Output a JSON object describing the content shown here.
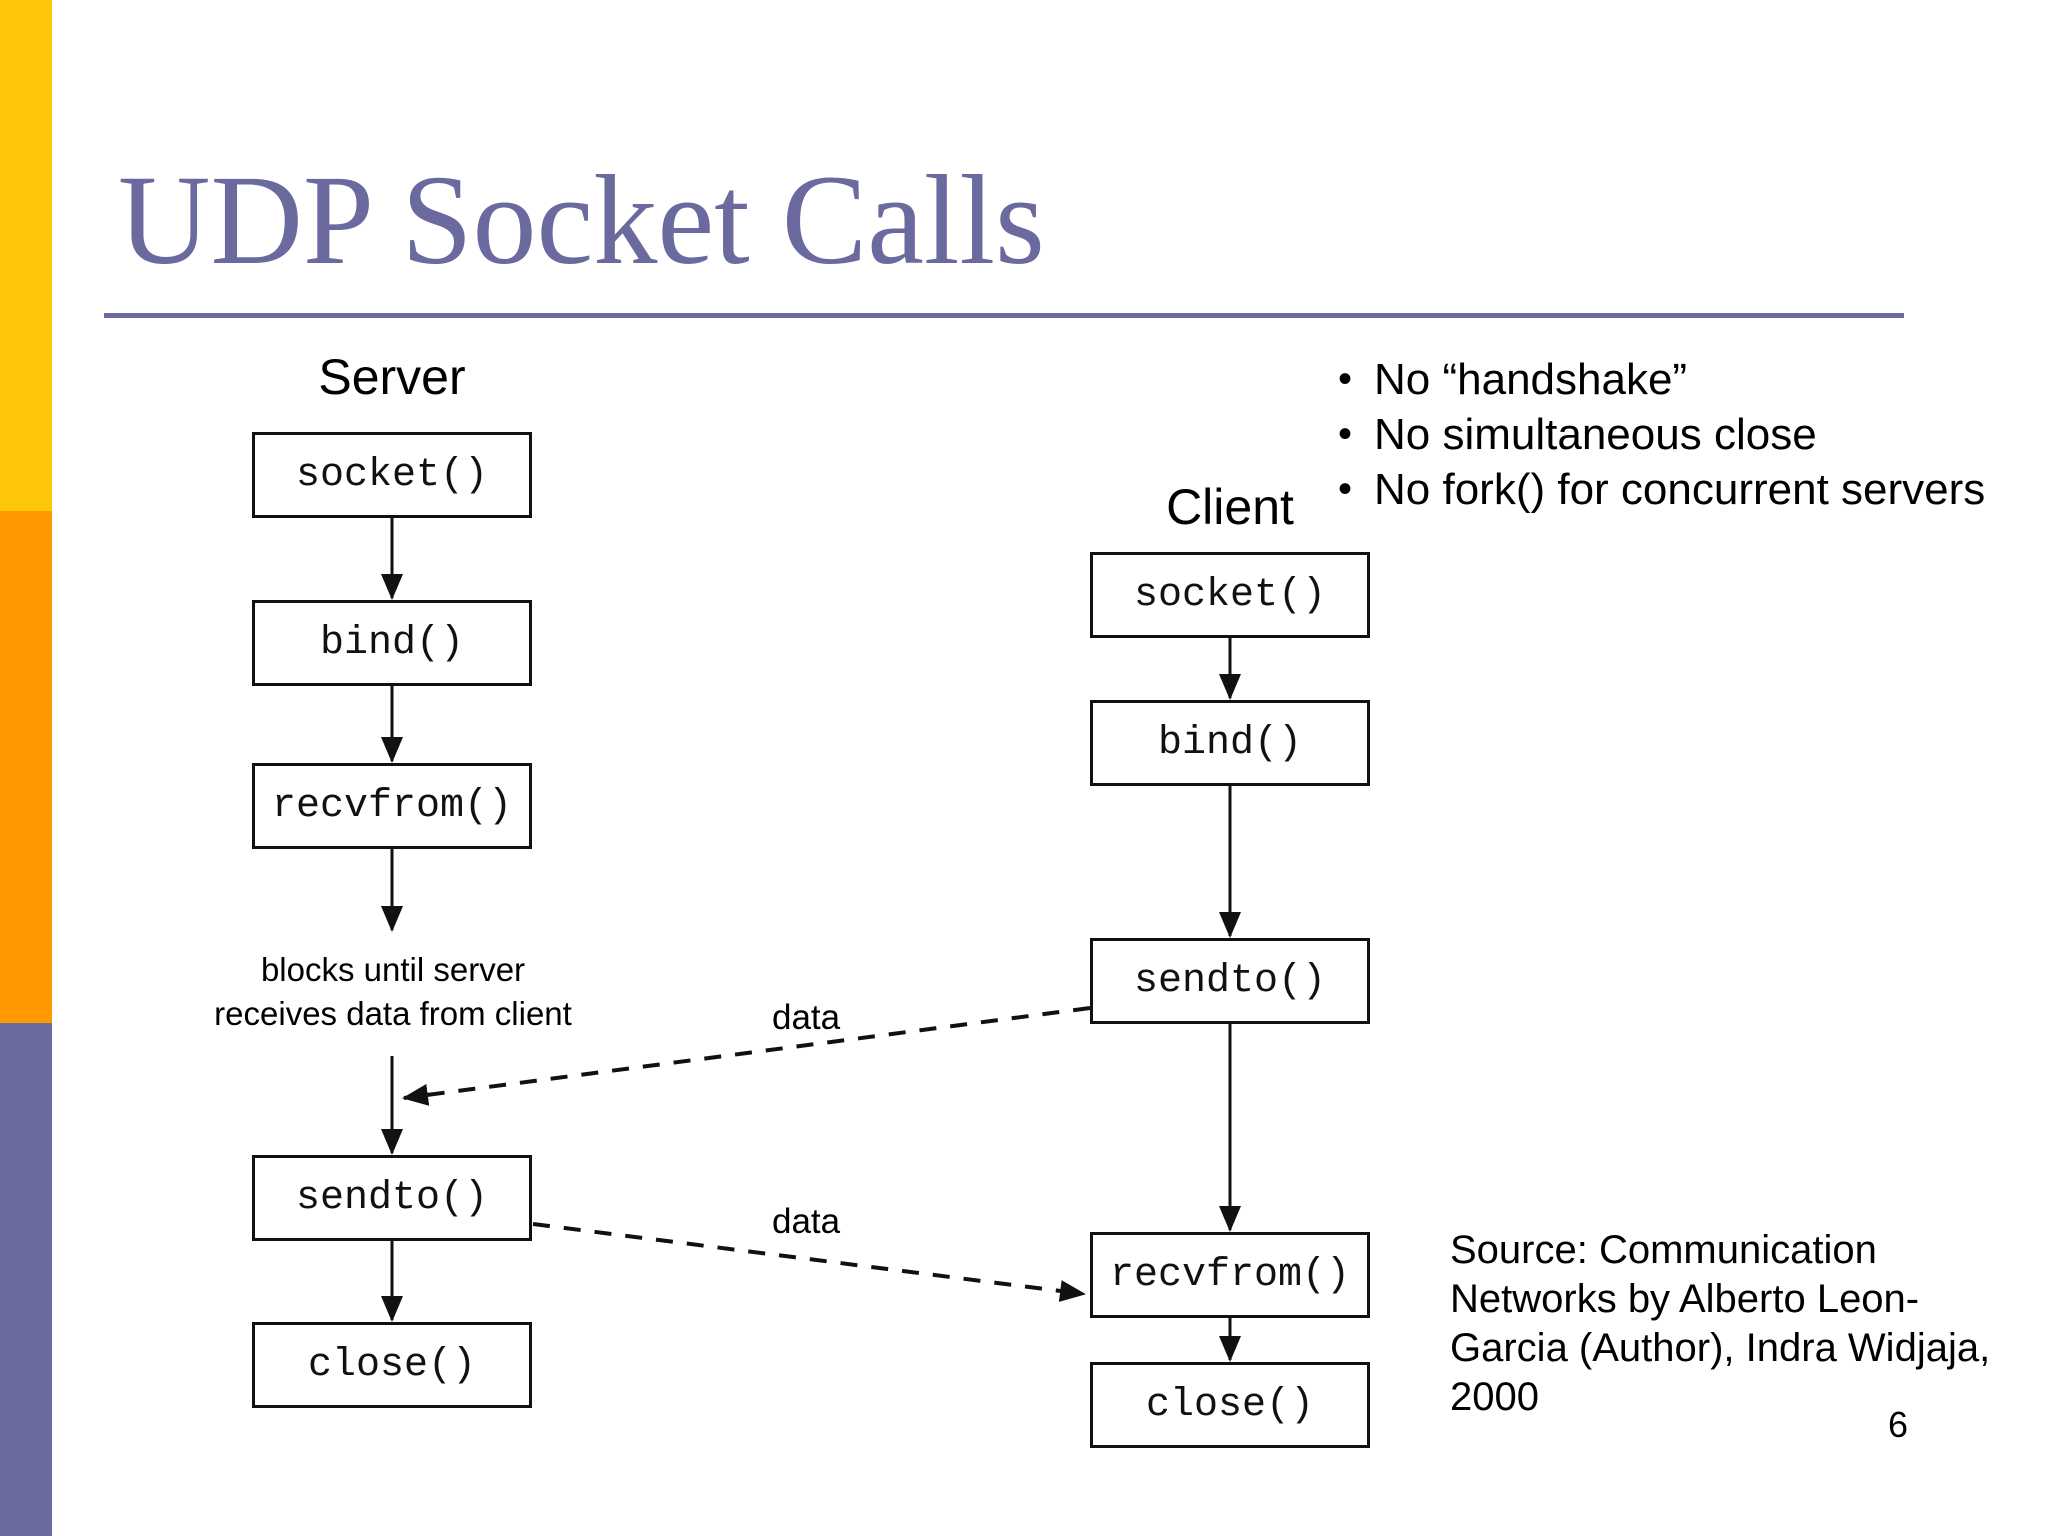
{
  "slide": {
    "title": "UDP Socket Calls",
    "page_number": "6"
  },
  "colors": {
    "title_accent": "#6a6a9f",
    "rule": "#6a6a9f",
    "sidebar_top_yellow": "#ffc60a",
    "sidebar_middle_orange": "#ff9900",
    "sidebar_bottom_purple": "#6b6b9e",
    "diagram_stroke": "#111111"
  },
  "bullets": [
    "No “handshake”",
    "No simultaneous close",
    "No fork() for concurrent servers"
  ],
  "diagram": {
    "server": {
      "label": "Server",
      "nodes": [
        "socket()",
        "bind()",
        "recvfrom()",
        "sendto()",
        "close()"
      ],
      "note_lines": [
        "blocks until server",
        "receives data from client"
      ]
    },
    "client": {
      "label": "Client",
      "nodes": [
        "socket()",
        "bind()",
        "sendto()",
        "recvfrom()",
        "close()"
      ]
    },
    "data_flow_labels": [
      "data",
      "data"
    ]
  },
  "source": {
    "lines": [
      "Source: Communication",
      "Networks by Alberto Leon-",
      "Garcia (Author), Indra Widjaja,",
      "2000"
    ]
  }
}
